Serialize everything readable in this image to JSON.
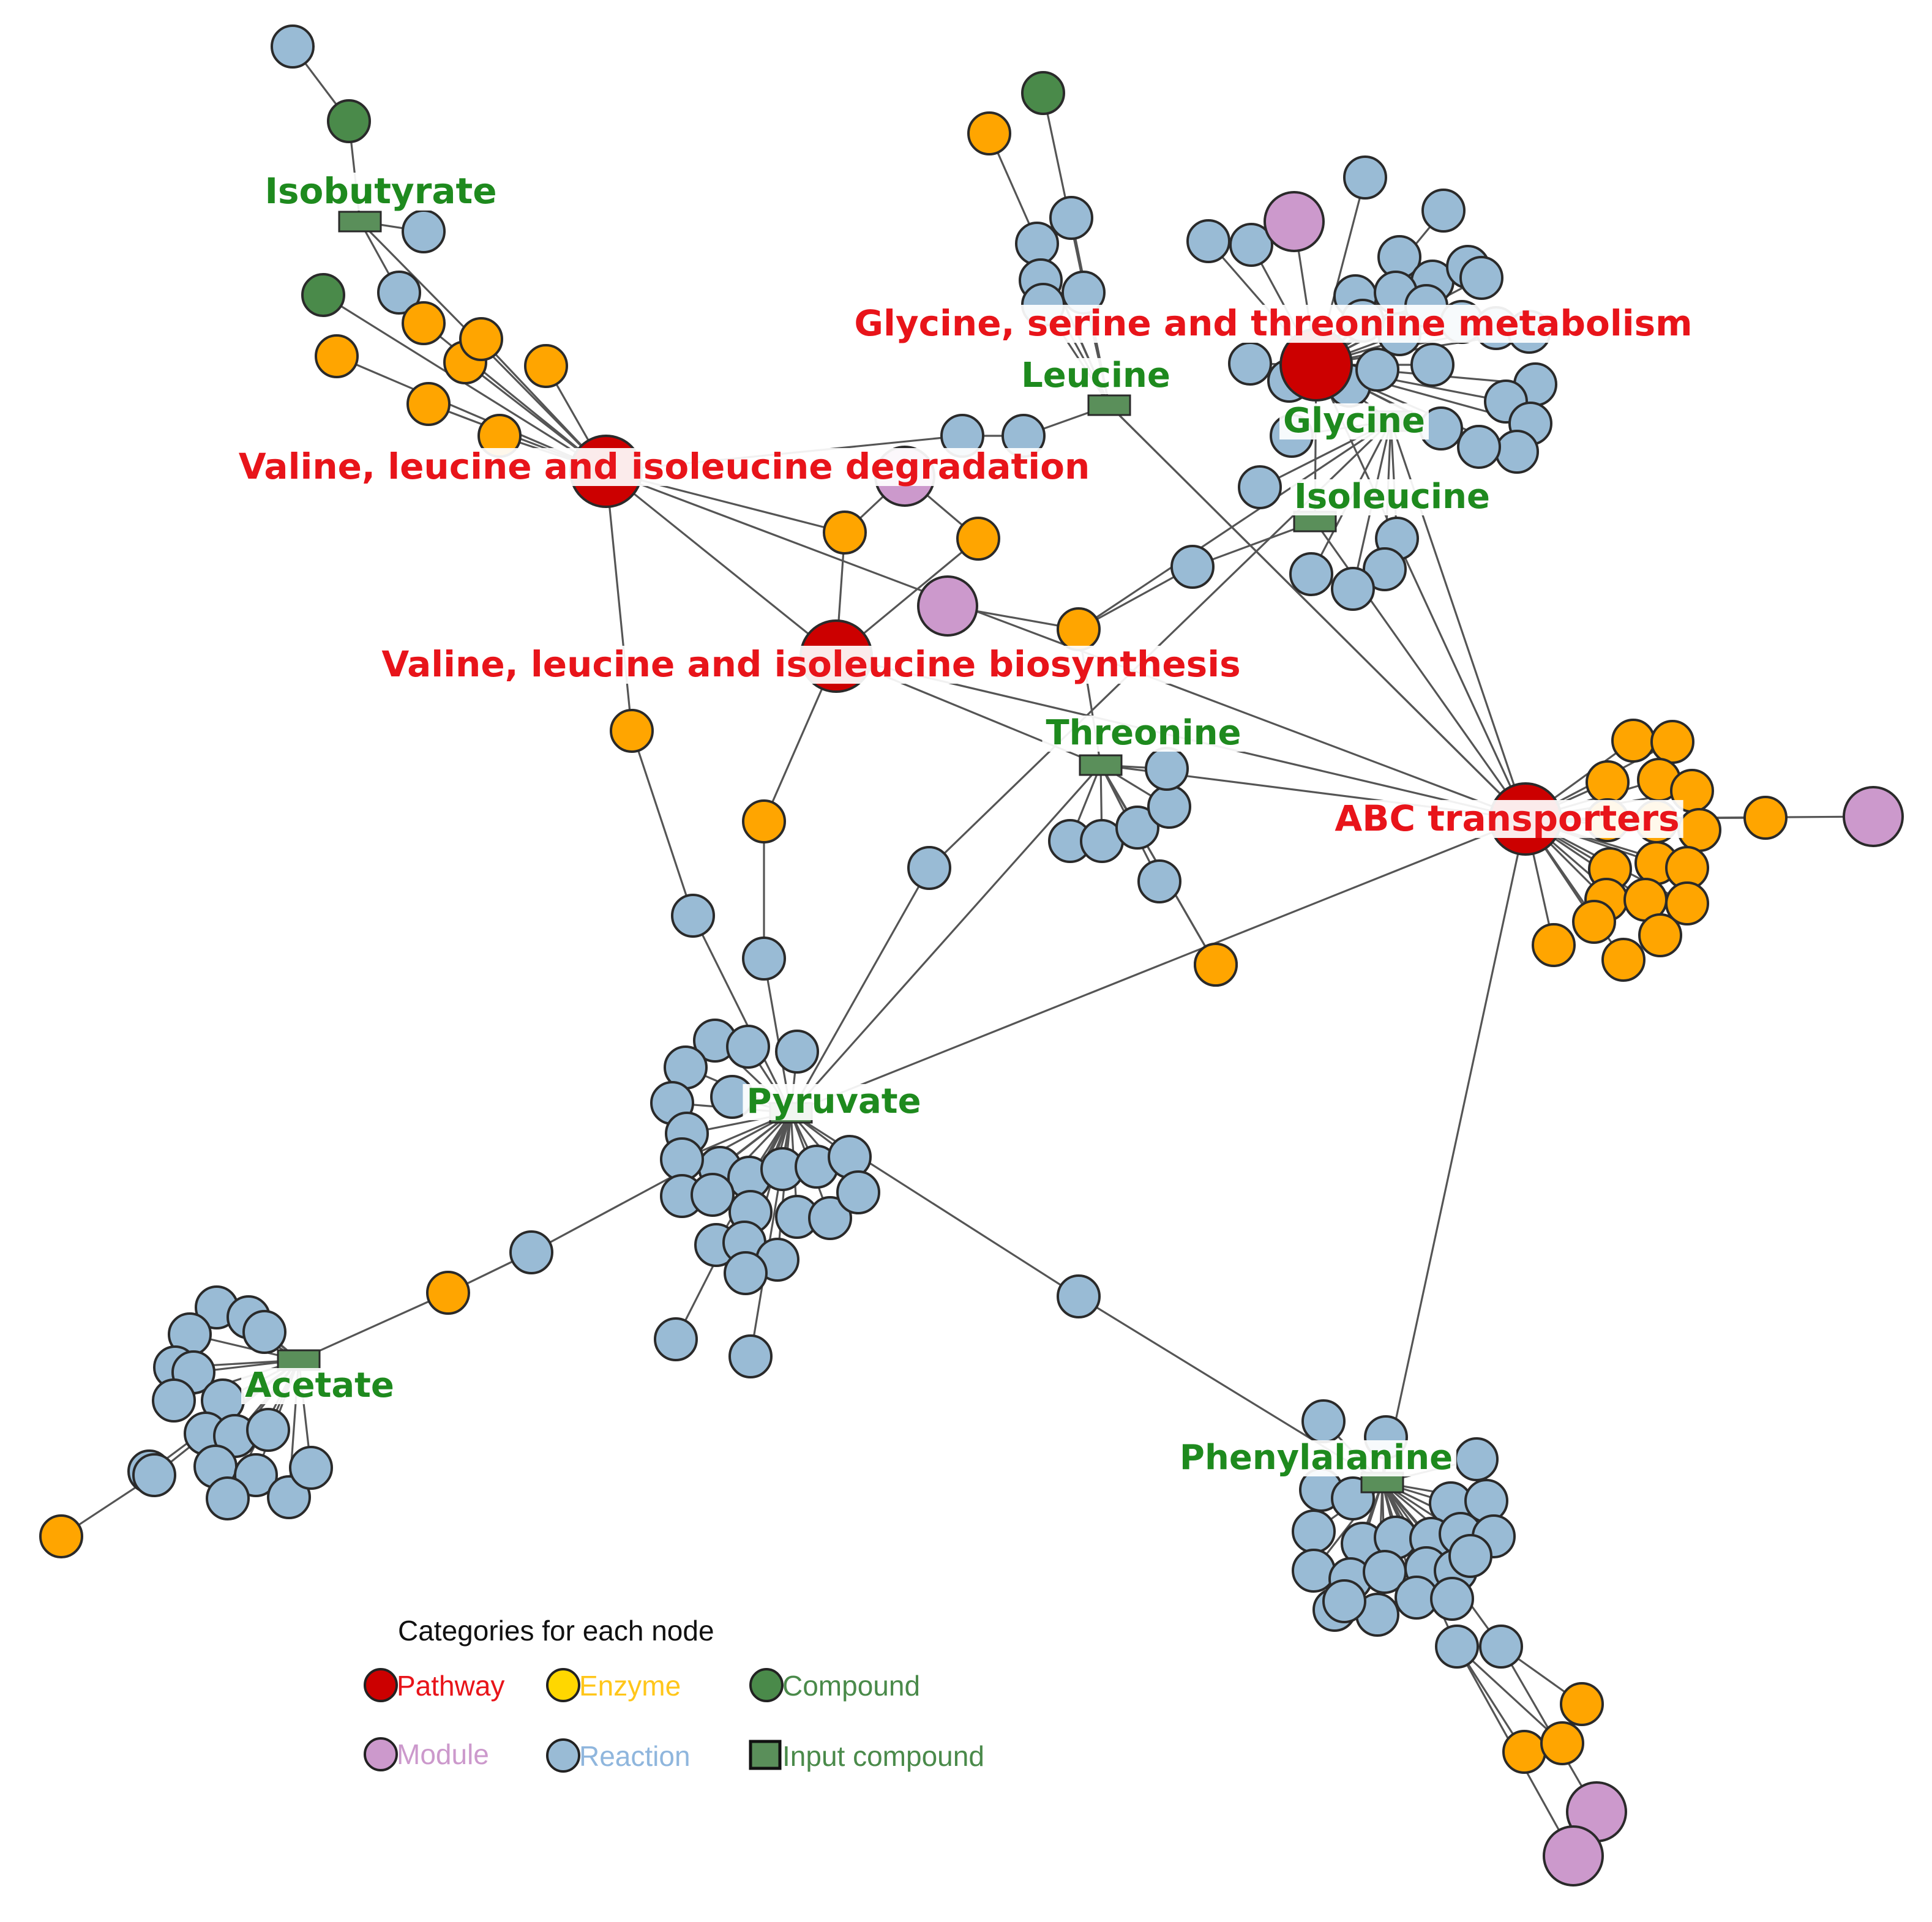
{
  "colors": {
    "pathway": "#cc0000",
    "enzyme": "#ffa500",
    "compound": "#4a8a4a",
    "module": "#cc99cc",
    "reaction": "#99bbd5",
    "input": "#5a8f5a",
    "pathway_label": "#e8141a",
    "compound_label": "#1e8a1e",
    "edge": "#555555"
  },
  "pathways": [
    "Glycine, serine and threonine metabolism",
    "Valine, leucine and isoleucine degradation",
    "Valine, leucine and isoleucine biosynthesis",
    "ABC transporters"
  ],
  "input_compounds": [
    "Isobutyrate",
    "Leucine",
    "Glycine",
    "Isoleucine",
    "Threonine",
    "Pyruvate",
    "Acetate",
    "Phenylalanine"
  ],
  "legend": {
    "title": "Categories for each node",
    "items": [
      {
        "label": "Pathway",
        "shape": "circle",
        "fill": "#cc0000",
        "text_color": "#e8141a"
      },
      {
        "label": "Enzyme",
        "shape": "circle",
        "fill": "#ffd700",
        "text_color": "#ffc61a"
      },
      {
        "label": "Compound",
        "shape": "circle",
        "fill": "#4a8a4a",
        "text_color": "#4a8a4a"
      },
      {
        "label": "Module",
        "shape": "circle",
        "fill": "#cc99cc",
        "text_color": "#cc99cc"
      },
      {
        "label": "Reaction",
        "shape": "circle",
        "fill": "#99bbd5",
        "text_color": "#8fb6dd"
      },
      {
        "label": "Input compound",
        "shape": "square",
        "fill": "#5a8f5a",
        "text_color": "#4a8a4a"
      }
    ]
  }
}
